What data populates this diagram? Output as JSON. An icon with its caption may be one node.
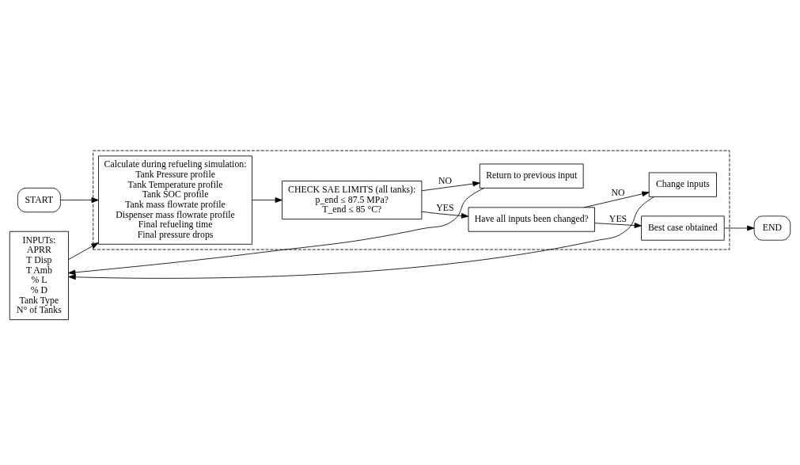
{
  "diagram": {
    "nodes": [
      {
        "text": [
          "START"
        ]
      },
      {
        "text": [
          "INPUTs:",
          "APRR",
          "T Disp",
          "T Amb",
          "% L",
          "% D",
          "Tank Type",
          "N° of Tanks"
        ]
      },
      {
        "text": [],
        "shape": "box"
      },
      {
        "text": [
          "Calculate during refueling simulation:",
          "Tank Pressure profile",
          "Tank Temperature profile",
          "Tank SOC profile",
          "Tank mass flowrate profile",
          "Dispenser mass flowrate profile",
          "Final refueling time",
          "Final pressure drops"
        ],
        "in": 2
      },
      {
        "text": [
          "CHECK SAE LIMITS (all tanks):",
          "p_end ≤ 87.5 MPa?",
          "T_end ≤ 85 °C?"
        ],
        "in": 2
      },
      {
        "text": [
          "Have all inputs been changed?"
        ],
        "in": 2
      },
      {
        "text": [
          "Return to previous input"
        ],
        "in": 2
      },
      {
        "text": [
          "Best case obtained"
        ],
        "in": 2
      },
      {
        "text": [
          "Change inputs"
        ],
        "in": 2
      },
      {
        "text": [
          "END"
        ]
      }
    ],
    "edges": [
      {
        "from": 0,
        "to": 3,
        "arrow": "to"
      },
      {
        "from": 1,
        "to": 3,
        "arrow": "to"
      },
      {
        "from": 3,
        "to": 4,
        "arrow": "to"
      },
      {
        "from": 4,
        "to": 5,
        "arrow": "to",
        "label": "YES"
      },
      {
        "from": 4,
        "to": 6,
        "arrow": "to",
        "label": "NO"
      },
      {
        "from": 5,
        "to": 7,
        "arrow": "to",
        "label": "YES"
      },
      {
        "from": 5,
        "to": 8,
        "arrow": "to",
        "label": "NO"
      },
      {
        "from": 7,
        "to": 9,
        "arrow": "to"
      },
      {
        "from": 6,
        "to": 1,
        "arrow": "to"
      },
      {
        "from": 8,
        "to": 1,
        "arrow": "to"
      }
    ]
  }
}
